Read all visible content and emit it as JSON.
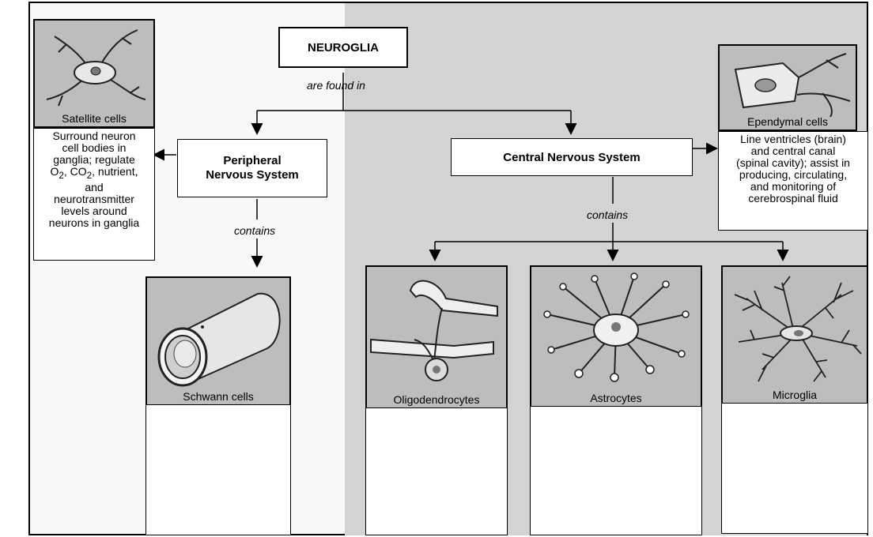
{
  "root": {
    "label": "NEUROGLIA"
  },
  "edges": {
    "found_in": "are found in",
    "pns_contains": "contains",
    "cns_contains": "contains"
  },
  "pns": {
    "title_line1": "Peripheral",
    "title_line2": "Nervous System"
  },
  "cns": {
    "title": "Central Nervous System"
  },
  "cells": {
    "satellite": {
      "name": "Satellite cells",
      "desc_line1": "Surround neuron",
      "desc_line2": "cell bodies in",
      "desc_line3": "ganglia; regulate",
      "desc_o": "O",
      "desc_sub2a": "2",
      "desc_co": ", CO",
      "desc_sub2b": "2",
      "desc_rest": ", nutrient,",
      "desc_line5": "and",
      "desc_line6": "neurotransmitter",
      "desc_line7": "levels around",
      "desc_line8": "neurons in ganglia"
    },
    "ependymal": {
      "name": "Ependymal cells",
      "desc_line1": "Line ventricles (brain)",
      "desc_line2": "and central canal",
      "desc_line3": "(spinal cavity); assist in",
      "desc_line4": "producing, circulating,",
      "desc_line5": "and monitoring of",
      "desc_line6": "cerebrospinal fluid"
    },
    "schwann": {
      "name": "Schwann cells"
    },
    "oligodendrocytes": {
      "name": "Oligodendrocytes"
    },
    "astrocytes": {
      "name": "Astrocytes"
    },
    "microglia": {
      "name": "Microglia"
    }
  }
}
